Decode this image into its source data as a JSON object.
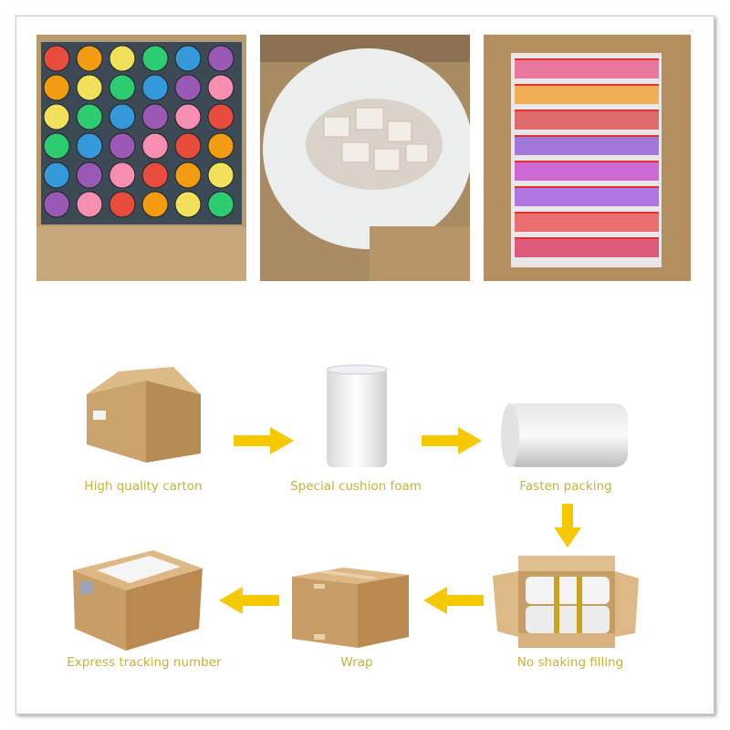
{
  "photos": [
    {
      "name": "rainbow-items-in-carton"
    },
    {
      "name": "foam-pieces-in-plastic-bag"
    },
    {
      "name": "bagged-items-in-carton"
    }
  ],
  "steps": [
    {
      "label": "High quality carton",
      "icon": "carton-box"
    },
    {
      "label": "Special cushion foam",
      "icon": "foam-roll"
    },
    {
      "label": "Fasten packing",
      "icon": "wrapped-roll"
    },
    {
      "label": "No shaking filling",
      "icon": "open-box-with-rolls"
    },
    {
      "label": "Wrap",
      "icon": "taped-box"
    },
    {
      "label": "Express tracking number",
      "icon": "labeled-box"
    }
  ],
  "colors": {
    "label": "#c4b23c",
    "arrow": "#f5c800",
    "cardboard": "#c9a36b"
  }
}
